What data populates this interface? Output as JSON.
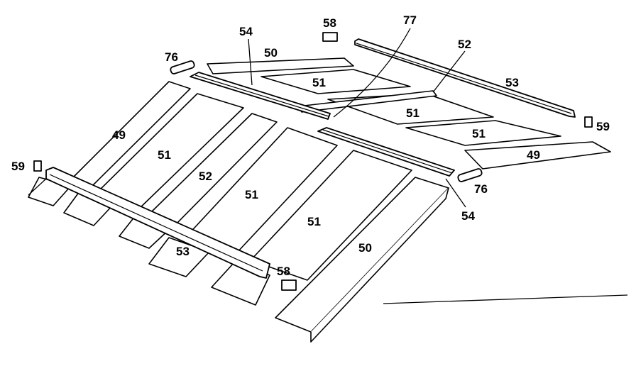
{
  "diagram": {
    "callouts": {
      "c49_left": "49",
      "c51_a": "51",
      "c52_front": "52",
      "c51_b": "51",
      "c51_c": "51",
      "c50_front": "50",
      "c53_front": "53",
      "c58_front": "58",
      "c59_left": "59",
      "c76_back": "76",
      "c54_back": "54",
      "c50_back": "50",
      "c58_back": "58",
      "c77": "77",
      "c52_back": "52",
      "c53_back": "53",
      "c51_back1": "51",
      "c51_back2": "51",
      "c51_back3": "51",
      "c59_right": "59",
      "c49_right": "49",
      "c76_right": "76",
      "c54_right": "54"
    }
  }
}
